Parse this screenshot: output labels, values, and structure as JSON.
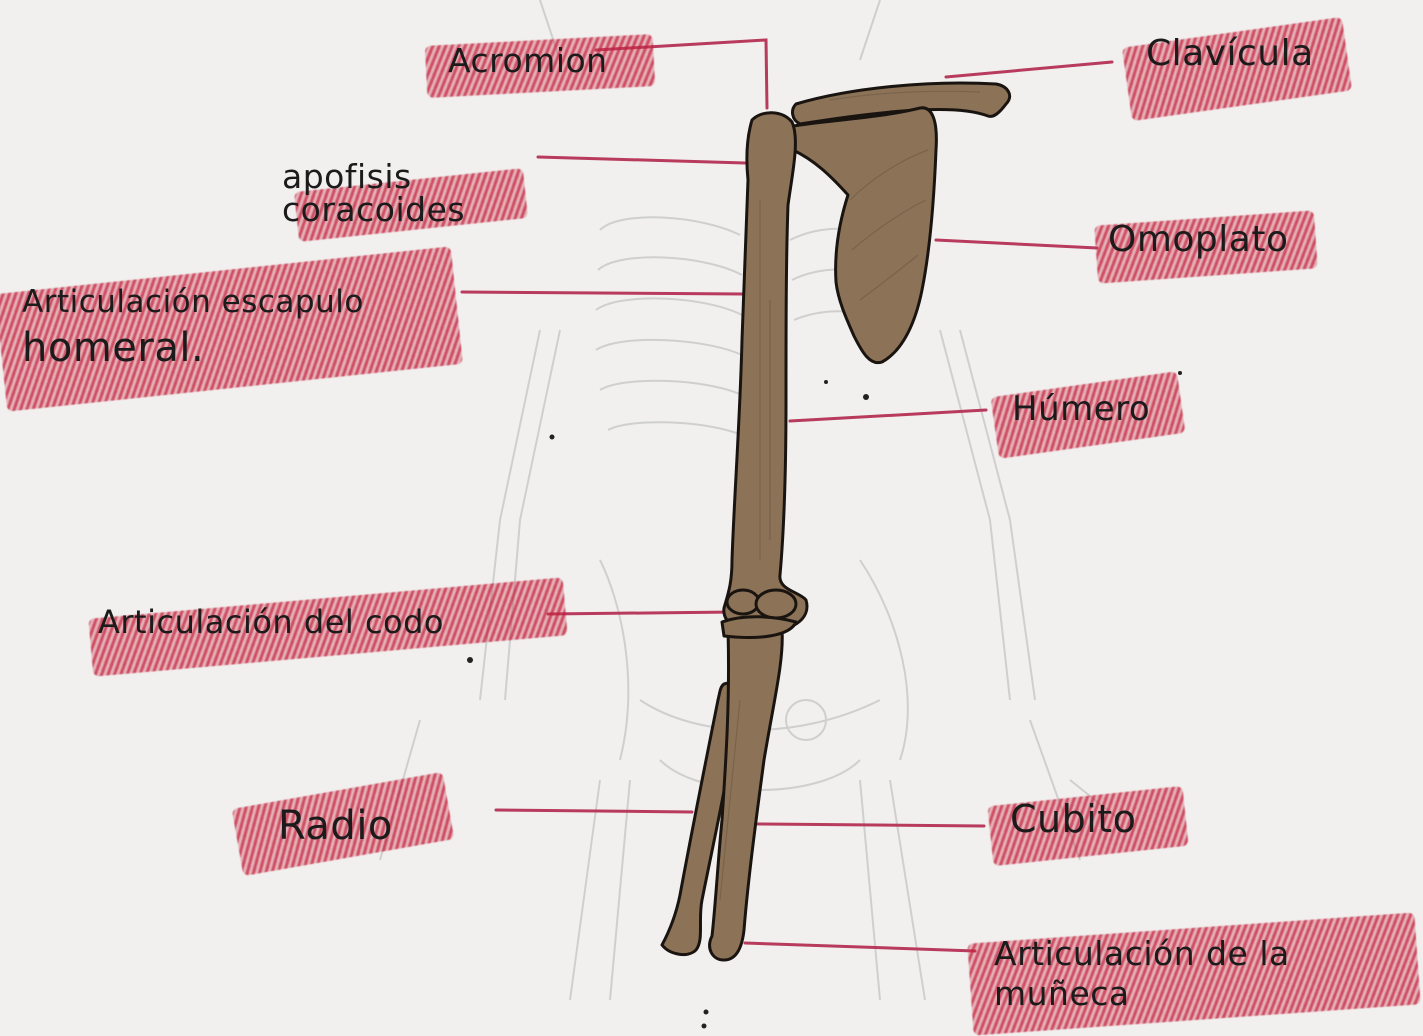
{
  "diagram": {
    "labels_left": [
      {
        "id": "acromion",
        "text": "Acromion"
      },
      {
        "id": "apofisis",
        "line1": "apofisis",
        "line2": "coracoides"
      },
      {
        "id": "escapulo",
        "line1": "Articulación escapulo",
        "line2": "homeral."
      },
      {
        "id": "codo",
        "text": "Articulación del codo"
      },
      {
        "id": "radio",
        "text": "Radio"
      }
    ],
    "labels_right": [
      {
        "id": "clavicula",
        "text": "Clavícula"
      },
      {
        "id": "omoplato",
        "text": "Omoplato"
      },
      {
        "id": "humero",
        "text": "Húmero"
      },
      {
        "id": "cubito",
        "text": "Cubito"
      },
      {
        "id": "muneca",
        "line1": "Articulación de la",
        "line2": "muñeca"
      }
    ]
  },
  "colors": {
    "bone_fill": "#8c7358",
    "bone_outline": "#1a1410",
    "leader_line": "#b83a5c",
    "highlight": "#c4213c",
    "paper": "#f1f0ef"
  }
}
